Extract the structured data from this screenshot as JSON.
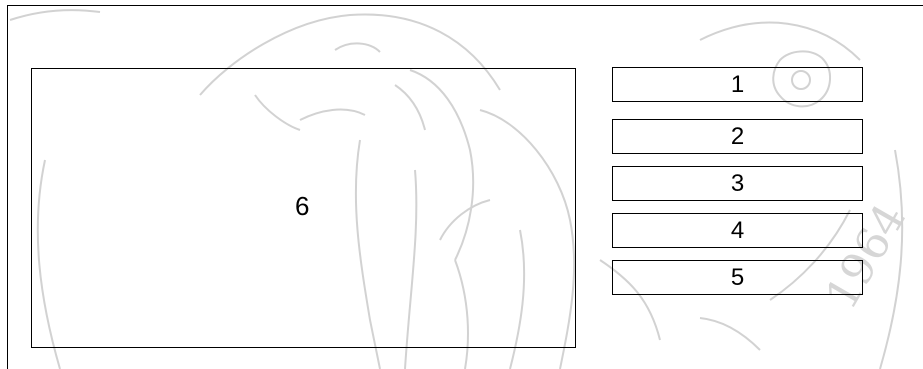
{
  "diagram": {
    "main_panel": {
      "label": "6"
    },
    "side_boxes": [
      {
        "label": "1"
      },
      {
        "label": "2"
      },
      {
        "label": "3"
      },
      {
        "label": "4"
      },
      {
        "label": "5"
      }
    ]
  },
  "watermark": {
    "seal_text": "1964",
    "description_icon": "elephant-seal-watermark",
    "color": "#d4d4d4"
  }
}
